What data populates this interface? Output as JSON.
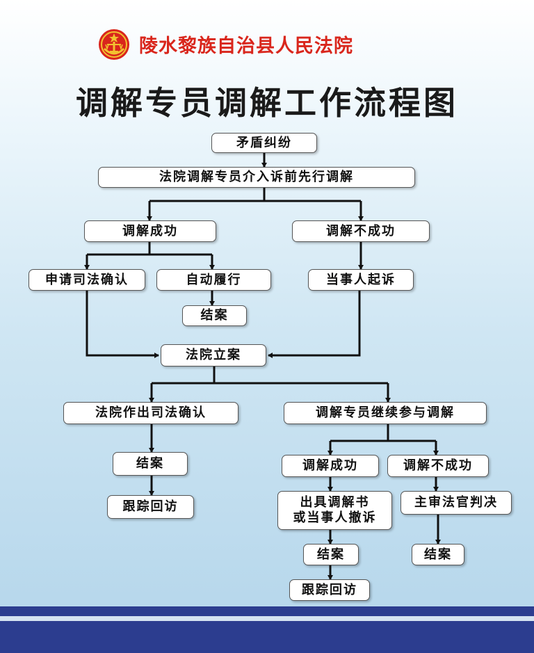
{
  "header": {
    "org_name": "陵水黎族自治县人民法院",
    "title": "调解专员调解工作流程图"
  },
  "nodes": {
    "dispute": "矛盾纠纷",
    "pre_mediation": "法院调解专员介入诉前先行调解",
    "success1": "调解成功",
    "fail1": "调解不成功",
    "judicial_confirm_apply": "申请司法确认",
    "auto_perform": "自动履行",
    "sue": "当事人起诉",
    "close1": "结案",
    "filing": "法院立案",
    "court_confirm": "法院作出司法确认",
    "continue_mediation": "调解专员继续参与调解",
    "close2": "结案",
    "success2": "调解成功",
    "fail2": "调解不成功",
    "followup1": "跟踪回访",
    "issue_doc_line1": "出具调解书",
    "issue_doc_line2": "或当事人撤诉",
    "judge_ruling": "主审法官判决",
    "close3": "结案",
    "close4": "结案",
    "followup2": "跟踪回访"
  },
  "colors": {
    "org_red": "#d9261c",
    "band_blue": "#2c3d8f"
  }
}
